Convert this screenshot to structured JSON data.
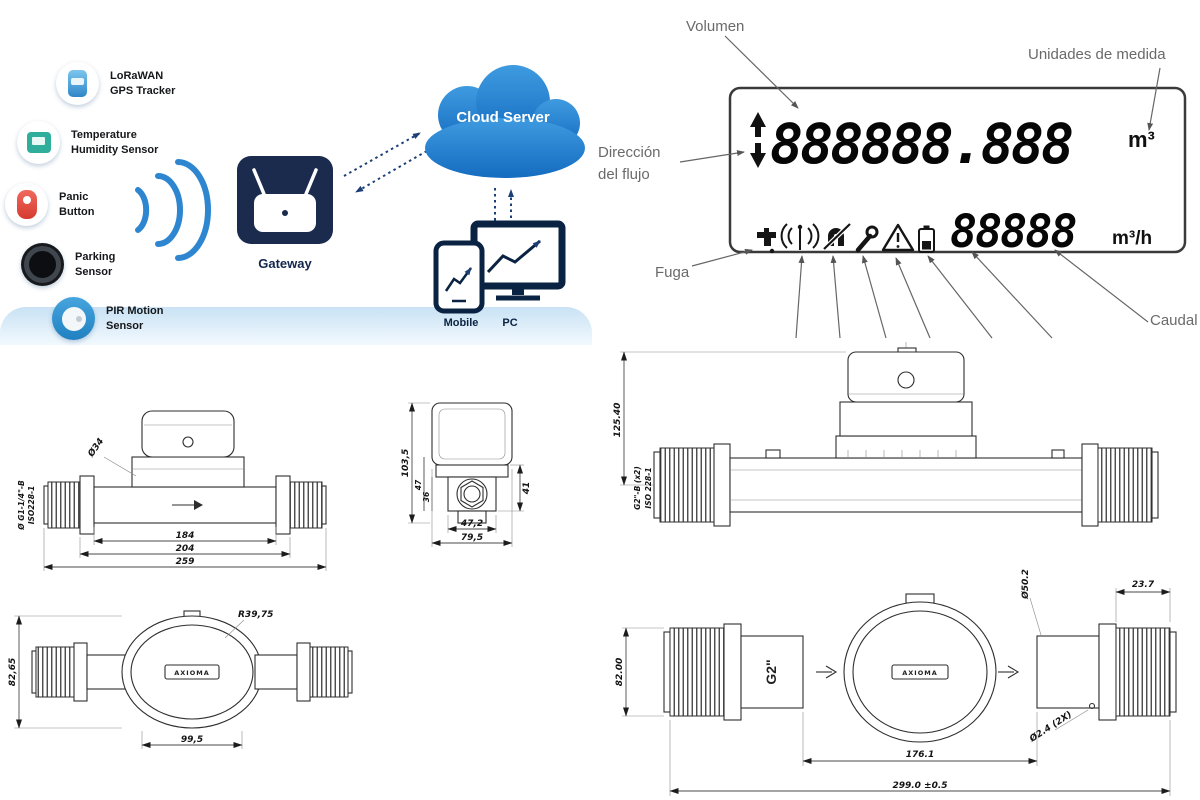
{
  "network": {
    "sensors": [
      {
        "line1": "LoRaWAN",
        "line2": "GPS Tracker"
      },
      {
        "line1": "Temperature",
        "line2": "Humidity Sensor"
      },
      {
        "line1": "Panic",
        "line2": "Button"
      },
      {
        "line1": "Parking",
        "line2": "Sensor"
      },
      {
        "line1": "PIR Motion",
        "line2": "Sensor"
      }
    ],
    "gateway_label": "Gateway",
    "cloud_label": "Cloud Server",
    "mobile_label": "Mobile",
    "pc_label": "PC"
  },
  "lcd": {
    "volume_digits": "888888.888",
    "volume_unit": "m³",
    "flow_digits": "88888",
    "flow_unit": "m³/h",
    "labels": {
      "volumen": "Volumen",
      "unidades": "Unidades de medida",
      "direccion1": "Dirección",
      "direccion2": "del flujo",
      "fuga": "Fuga",
      "caudal": "Caudal"
    }
  },
  "meter_small": {
    "thread1": "Ø G1-1/4\"-B",
    "thread2": "ISO228-1",
    "dia": "Ø34",
    "len1": "184",
    "len2": "204",
    "len3": "259",
    "h_total": "103,5",
    "h47": "47",
    "h36": "36",
    "h41": "41",
    "w472": "47,2",
    "w795": "79,5",
    "radius": "R39,75",
    "w995": "99,5",
    "h8265": "82,65",
    "brand": "AXIOMA"
  },
  "meter_large": {
    "h12540": "125.40",
    "thread1": "G2\"-B (x2)",
    "thread2": "ISO 228-1",
    "h8200": "82.00",
    "dia": "Ø50.2",
    "len237": "23.7",
    "hole": "Ø2.4 (2X)",
    "len1761": "176.1",
    "len2990": "299.0 ±0.5",
    "port": "G2\"",
    "brand": "AXIOMA"
  }
}
